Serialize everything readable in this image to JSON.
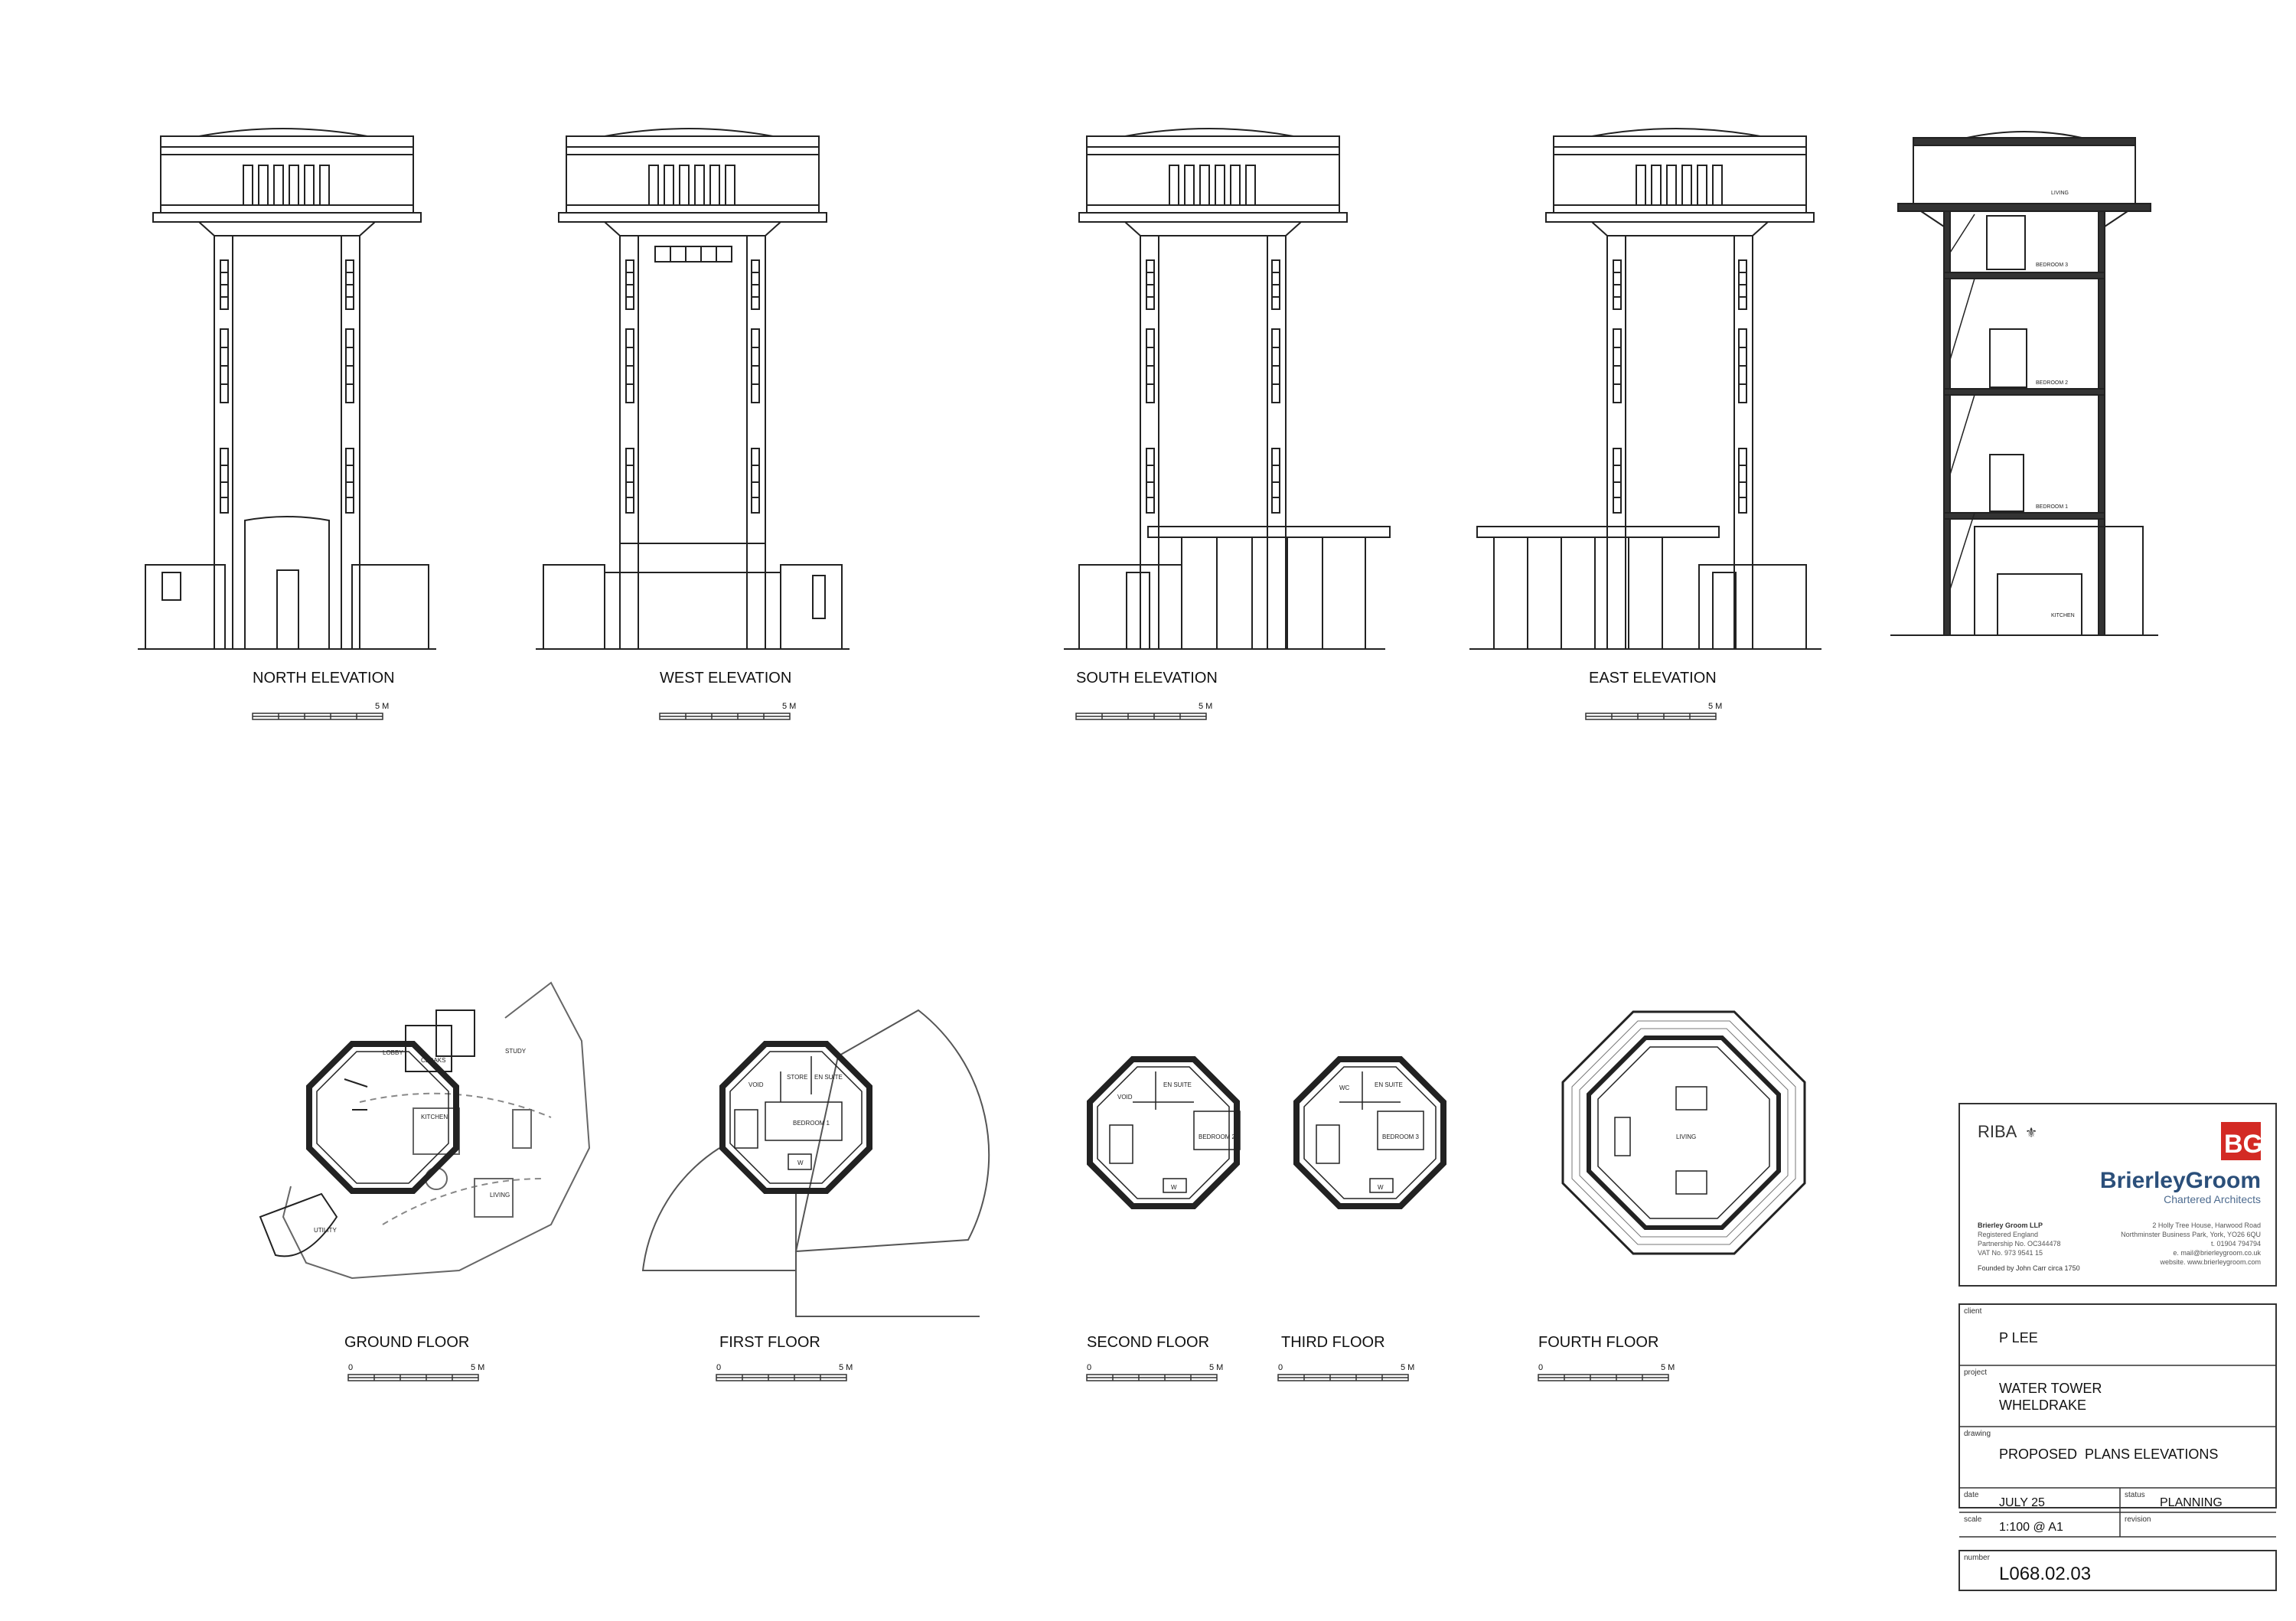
{
  "elevations": {
    "north": {
      "title": "NORTH ELEVATION",
      "scale_label": "5 M"
    },
    "west": {
      "title": "WEST ELEVATION",
      "scale_label": "5 M"
    },
    "south": {
      "title": "SOUTH ELEVATION",
      "scale_label": "5 M"
    },
    "east": {
      "title": "EAST ELEVATION",
      "scale_label": "5 M"
    }
  },
  "section": {
    "rooms": [
      "LIVING",
      "BEDROOM 3",
      "BEDROOM 2",
      "BEDROOM 1",
      "KITCHEN"
    ]
  },
  "plans": {
    "ground": {
      "title": "GROUND FLOOR",
      "scale_start": "0",
      "scale_end": "5 M",
      "rooms": [
        "LOBBY",
        "CLOAKS",
        "STUDY",
        "KITCHEN",
        "LIVING",
        "UTILITY"
      ]
    },
    "first": {
      "title": "FIRST FLOOR",
      "scale_start": "0",
      "scale_end": "5 M",
      "rooms": [
        "VOID",
        "STORE",
        "EN SUITE",
        "BEDROOM 1",
        "W"
      ]
    },
    "second": {
      "title": "SECOND FLOOR",
      "scale_start": "0",
      "scale_end": "5 M",
      "rooms": [
        "VOID",
        "EN SUITE",
        "BEDROOM 2",
        "W"
      ]
    },
    "third": {
      "title": "THIRD FLOOR",
      "scale_start": "0",
      "scale_end": "5 M",
      "rooms": [
        "WC",
        "EN SUITE",
        "BEDROOM 3",
        "W"
      ]
    },
    "fourth": {
      "title": "FOURTH FLOOR",
      "scale_start": "0",
      "scale_end": "5 M",
      "rooms": [
        "LIVING"
      ]
    }
  },
  "title_block": {
    "riba": "RIBA",
    "logo_mark": "BG",
    "firm_name": "BrierleyGroom",
    "firm_subtitle": "Chartered Architects",
    "firm_left": [
      "Brierley Groom LLP",
      "Registered England",
      "Partnership No. OC344478",
      "VAT No. 973 9541 15",
      "Founded by John Carr circa 1750"
    ],
    "firm_right": [
      "2 Holly Tree House, Harwood Road",
      "Northminster Business Park, York, YO26 6QU",
      "t. 01904 794794",
      "e. mail@brierleygroom.co.uk",
      "website. www.brierleygroom.com"
    ],
    "client_label": "client",
    "client": "P LEE",
    "project_label": "project",
    "project_line1": "WATER TOWER",
    "project_line2": "WHELDRAKE",
    "drawing_label": "drawing",
    "drawing": "PROPOSED  PLANS ELEVATIONS",
    "date_label": "date",
    "date": "JULY 25",
    "status_label": "status",
    "status": "PLANNING",
    "scale_label": "scale",
    "scale": "1:100 @ A1",
    "revision_label": "revision",
    "revision": "",
    "number_label": "number",
    "number": "L068.02.03"
  }
}
